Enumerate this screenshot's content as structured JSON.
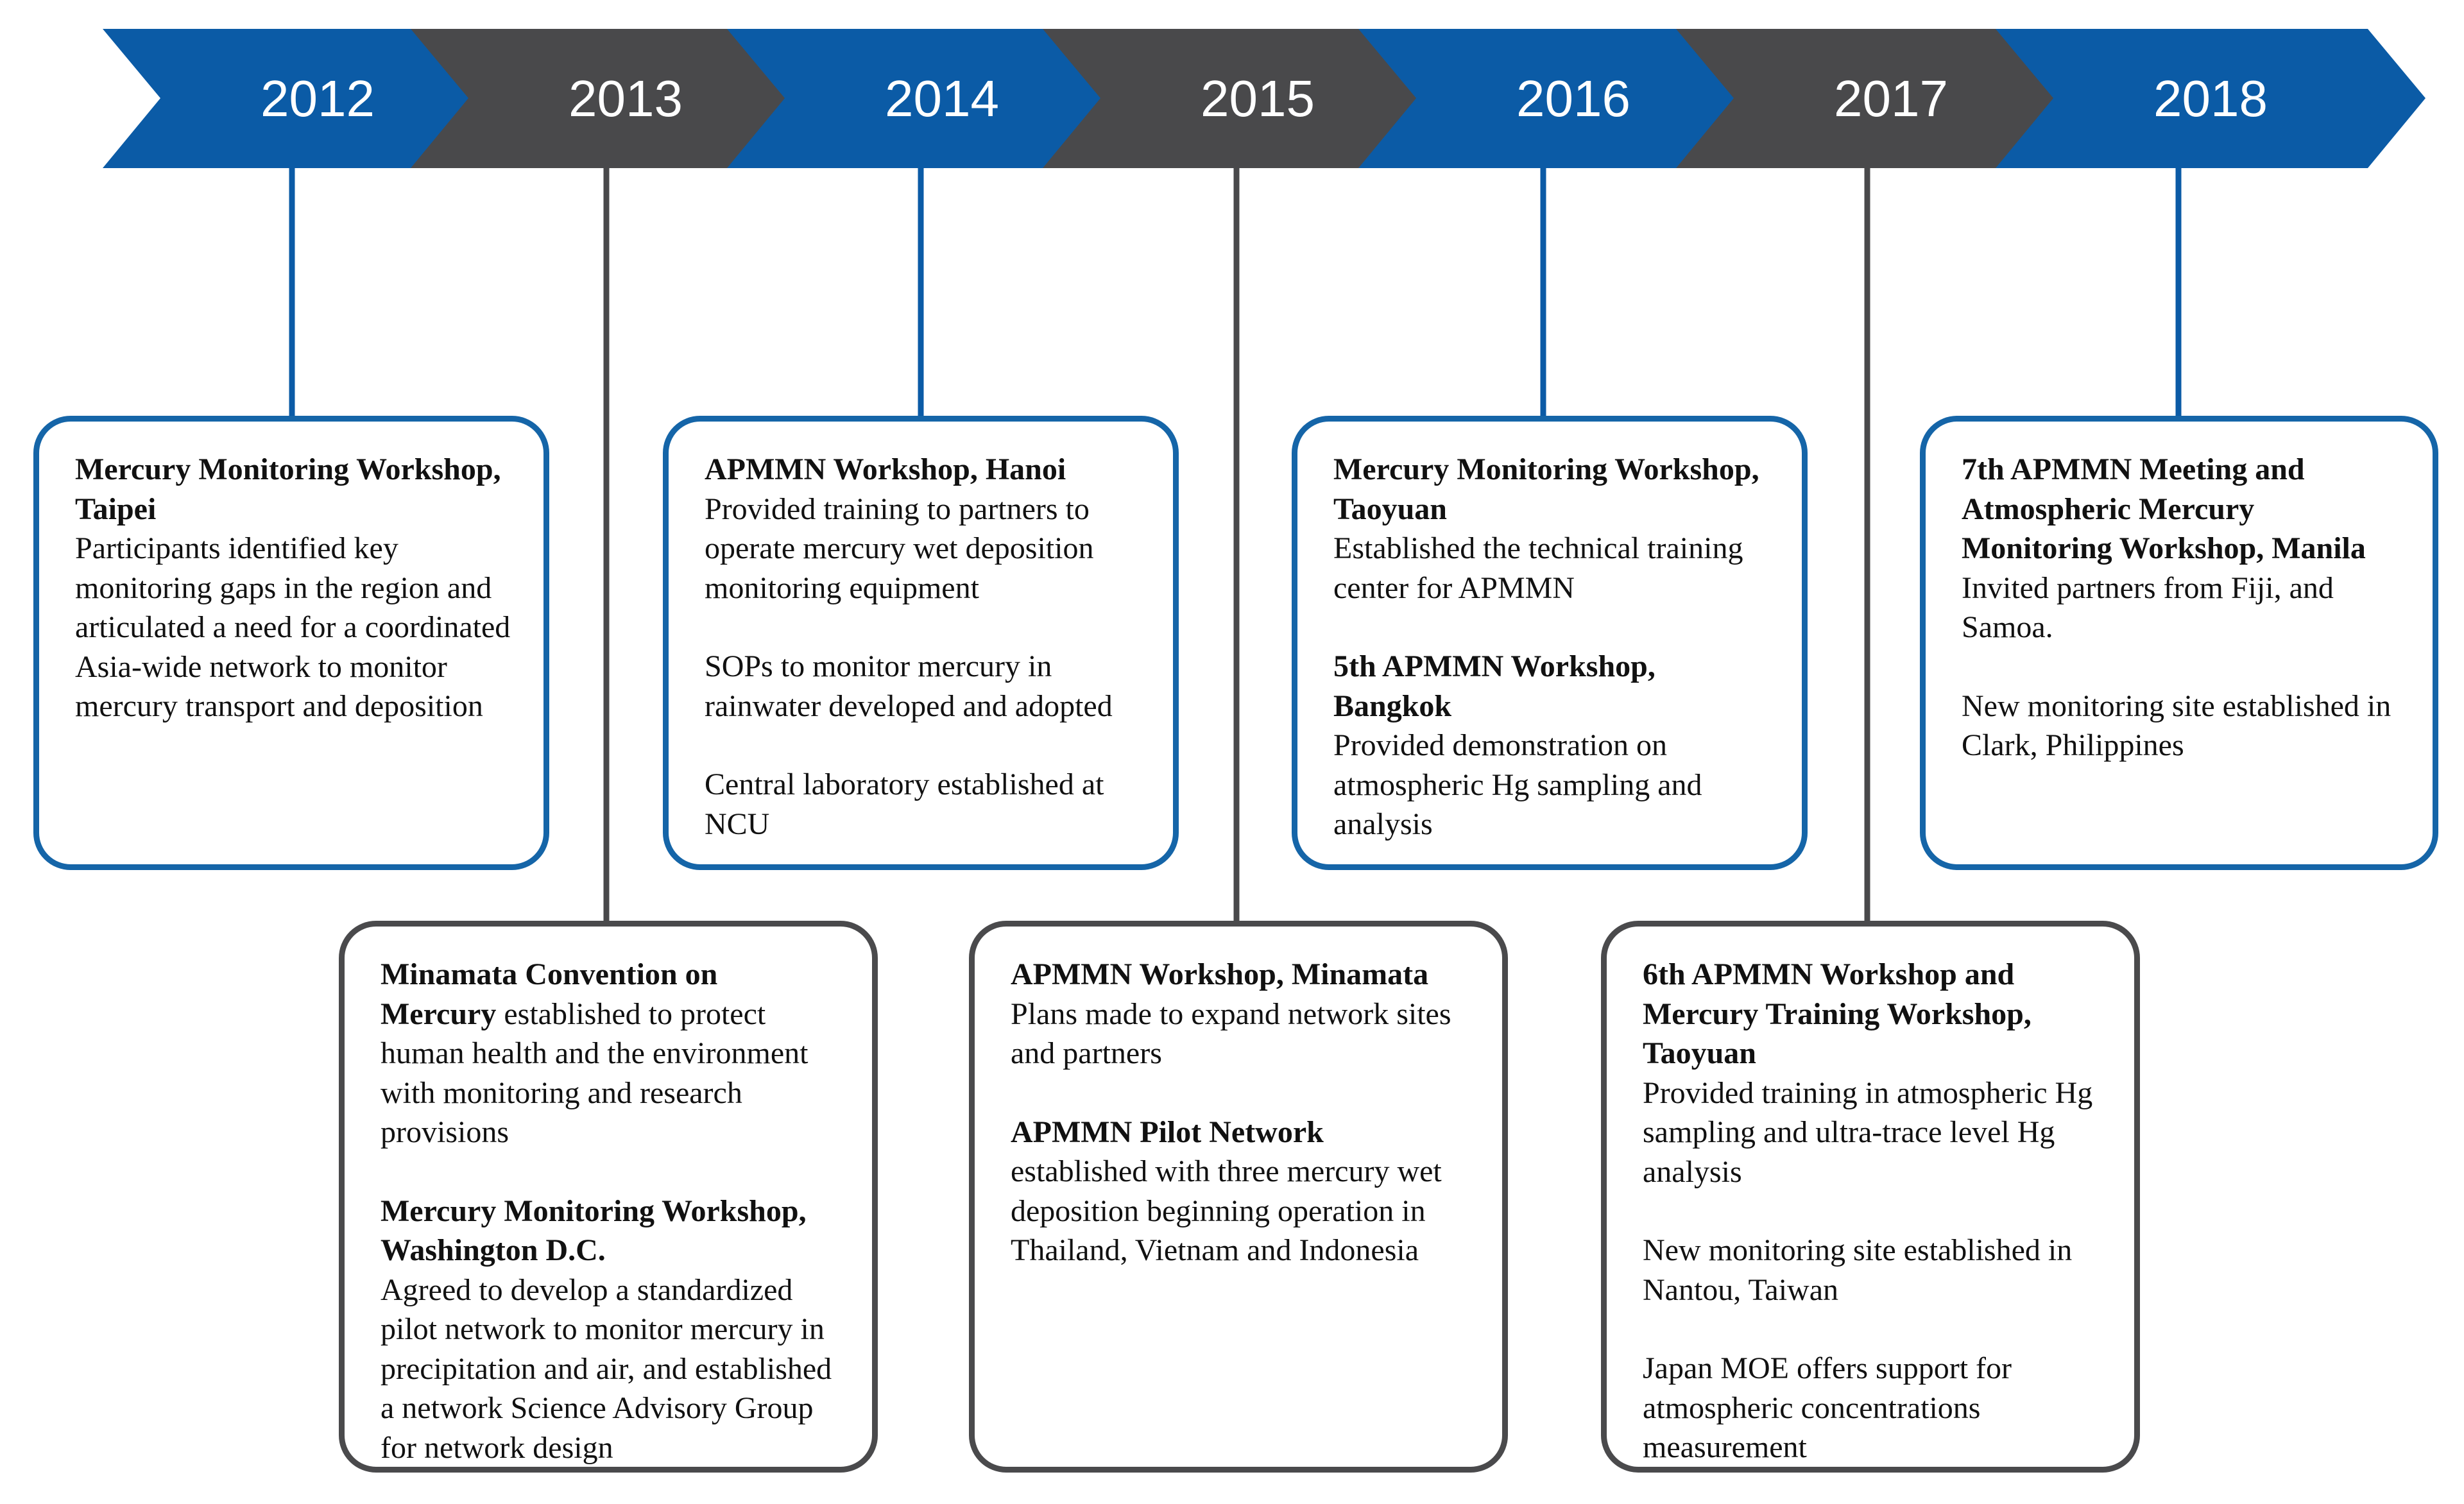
{
  "colors": {
    "blue": "#0b5ba6",
    "gray": "#49494b",
    "box_blue": "#1565a8",
    "box_gray": "#4a4a4c"
  },
  "years": [
    "2012",
    "2013",
    "2014",
    "2015",
    "2016",
    "2017",
    "2018"
  ],
  "events": [
    {
      "year": "2012",
      "blocks": [
        {
          "title": "Mercury Monitoring Workshop, Taipei",
          "text": "Participants identified key monitoring gaps in the region and articulated a need for a coordinated Asia-wide network to monitor mercury transport and deposition"
        }
      ]
    },
    {
      "year": "2013",
      "blocks": [
        {
          "title": "Minamata Convention on Mercury",
          "text": " established to protect human health and the environment with monitoring and research provisions"
        },
        {
          "title": "Mercury Monitoring Workshop, Washington D.C.",
          "text": "Agreed to develop a standardized pilot network to monitor mercury in precipitation and air, and established a network Science Advisory Group for network design"
        }
      ]
    },
    {
      "year": "2014",
      "blocks": [
        {
          "title": "APMMN Workshop, Hanoi",
          "text": "Provided training to partners to operate mercury wet deposition monitoring equipment"
        },
        {
          "title": "",
          "text": "SOPs to monitor mercury in rainwater developed and adopted"
        },
        {
          "title": "",
          "text": "Central laboratory established at NCU"
        }
      ]
    },
    {
      "year": "2015",
      "blocks": [
        {
          "title": "APMMN Workshop, Minamata",
          "text": "Plans made to expand network sites and partners"
        },
        {
          "title": "APMMN Pilot Network",
          "text": "established with three mercury wet deposition beginning operation in Thailand, Vietnam and Indonesia"
        }
      ]
    },
    {
      "year": "2016",
      "blocks": [
        {
          "title": "Mercury Monitoring Workshop, Taoyuan",
          "text": "Established the technical training center for APMMN"
        },
        {
          "title": "5th APMMN Workshop, Bangkok",
          "text": "Provided demonstration on atmospheric Hg sampling and analysis"
        }
      ]
    },
    {
      "year": "2017",
      "blocks": [
        {
          "title": "6th APMMN Workshop and Mercury Training Workshop, Taoyuan",
          "text": "Provided training in atmospheric Hg sampling and ultra-trace level Hg analysis"
        },
        {
          "title": "",
          "text": "New monitoring site established in Nantou, Taiwan"
        },
        {
          "title": "",
          "text": "Japan MOE offers support for atmospheric concentrations measurement"
        }
      ]
    },
    {
      "year": "2018",
      "blocks": [
        {
          "title": "7th APMMN Meeting and Atmospheric Mercury Monitoring Workshop, Manila",
          "text": "Invited partners from Fiji, and Samoa."
        },
        {
          "title": "",
          "text": "New monitoring site established in Clark, Philippines"
        }
      ]
    }
  ]
}
